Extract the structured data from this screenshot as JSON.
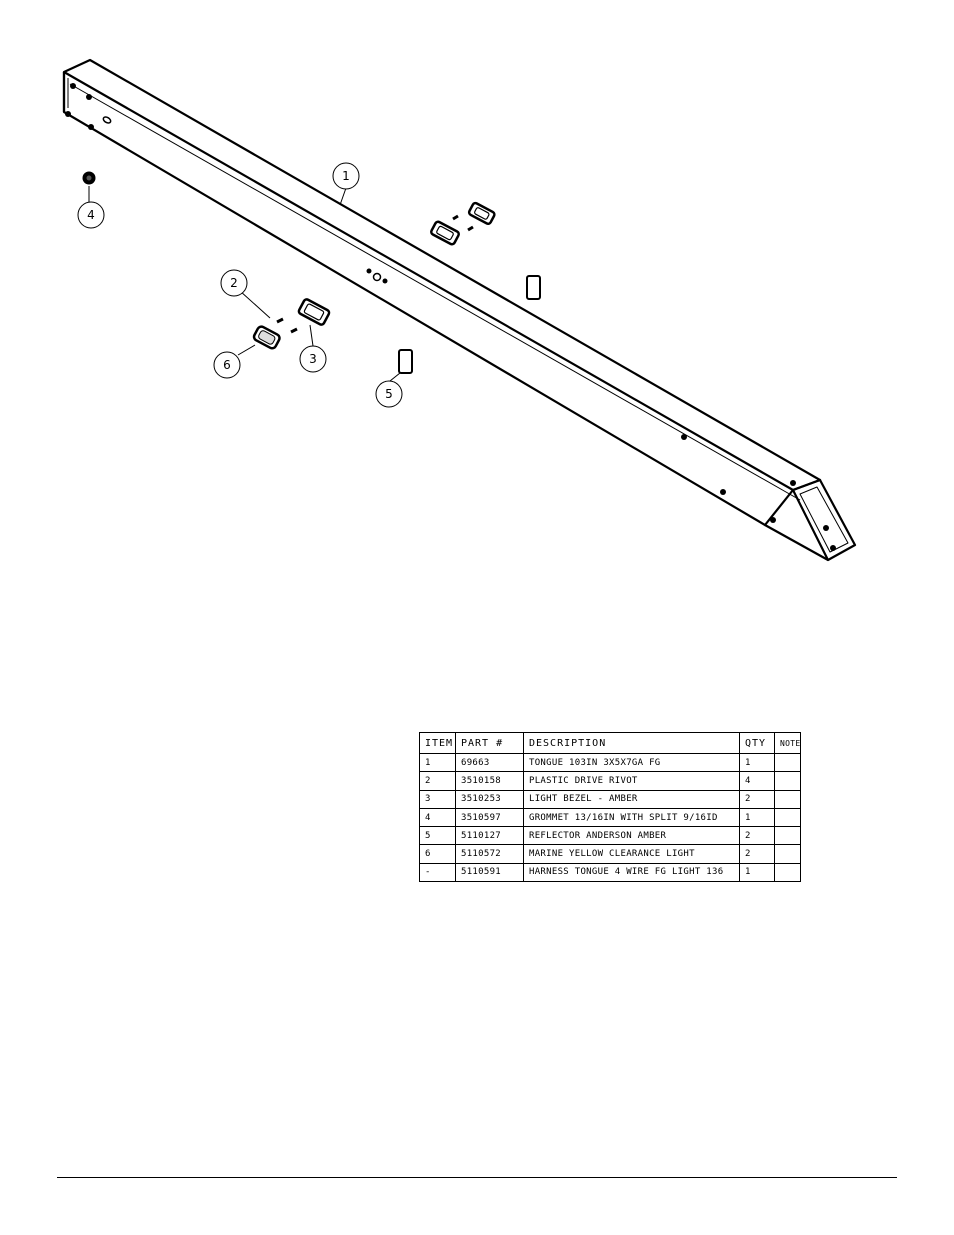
{
  "callouts": [
    {
      "item": "1"
    },
    {
      "item": "2"
    },
    {
      "item": "3"
    },
    {
      "item": "4"
    },
    {
      "item": "5"
    },
    {
      "item": "6"
    }
  ],
  "bom": {
    "headers": {
      "item": "ITEM",
      "part": "PART #",
      "description": "DESCRIPTION",
      "qty": "QTY",
      "note": "NOTE"
    },
    "rows": [
      {
        "item": "1",
        "part": "69663",
        "description": "TONGUE 103IN 3X5X7GA FG",
        "qty": "1",
        "note": ""
      },
      {
        "item": "2",
        "part": "3510158",
        "description": "PLASTIC DRIVE RIVOT",
        "qty": "4",
        "note": ""
      },
      {
        "item": "3",
        "part": "3510253",
        "description": "LIGHT BEZEL - AMBER",
        "qty": "2",
        "note": ""
      },
      {
        "item": "4",
        "part": "3510597",
        "description": "GROMMET 13/16IN  WITH SPLIT 9/16ID",
        "qty": "1",
        "note": ""
      },
      {
        "item": "5",
        "part": "5110127",
        "description": "REFLECTOR ANDERSON AMBER",
        "qty": "2",
        "note": ""
      },
      {
        "item": "6",
        "part": "5110572",
        "description": "MARINE YELLOW CLEARANCE LIGHT",
        "qty": "2",
        "note": ""
      },
      {
        "item": "-",
        "part": "5110591",
        "description": "HARNESS TONGUE 4 WIRE FG LIGHT 136",
        "qty": "1",
        "note": ""
      }
    ]
  }
}
